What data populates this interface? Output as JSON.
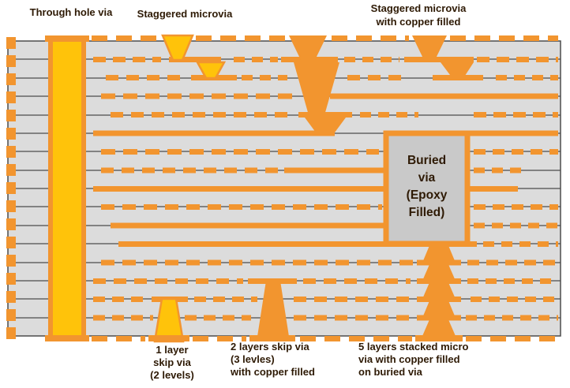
{
  "figure": {
    "labels": {
      "through_hole_via": "Through hole via",
      "staggered_microvia": "Staggered microvia",
      "staggered_microvia_filled": [
        "Staggered microvia",
        "with copper filled"
      ],
      "buried_via": [
        "Buried",
        "via",
        "(Epoxy",
        "Filled)"
      ],
      "skip_via_1": [
        "1 layer",
        "skip via",
        "(2 levels)"
      ],
      "skip_via_2": [
        "2 layers skip via",
        "(3 levles)",
        "with copper filled"
      ],
      "stacked_via_5": [
        "5 layers stacked micro",
        "via with copper filled",
        "on buried via"
      ]
    },
    "colors": {
      "copper": "#F2952F",
      "gold": "#FFC30A",
      "board": "#DCDCDC",
      "layer_line": "#4D4D4D",
      "buried_fill": "#C9C9C9",
      "text": "#2E1A05",
      "background": "#FFFFFF"
    }
  }
}
